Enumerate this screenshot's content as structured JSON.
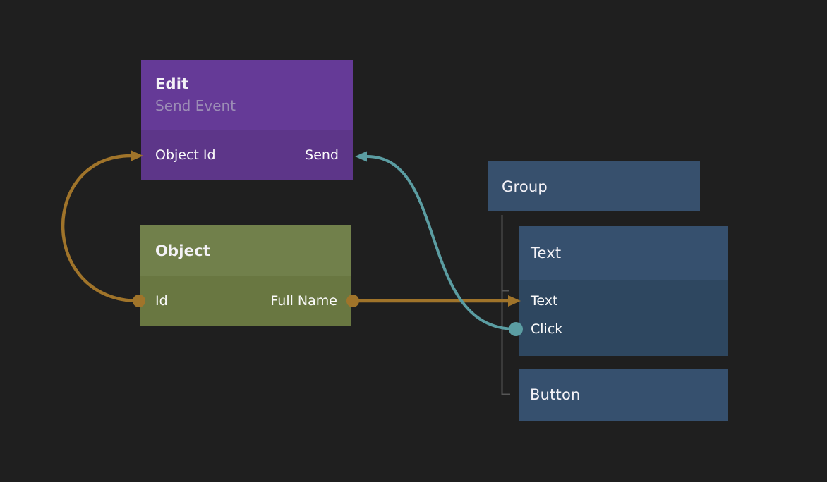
{
  "colors": {
    "background": "#1f1f1f",
    "edge_orange": "#a0742a",
    "edge_teal": "#5b9da2",
    "tree_line": "#565656",
    "edit_header": "#653a97",
    "edit_body": "#5d3689",
    "object_header": "#71804b",
    "object_body": "#697741",
    "group_bg": "#37506d",
    "text_header": "#36506e",
    "text_body": "#2e4760",
    "button_bg": "#36506e",
    "title_text": "#f4f2f7",
    "subtitle_text": "#9c8db6",
    "port_text": "#fafafa"
  },
  "nodes": {
    "edit": {
      "title": "Edit",
      "subtitle": "Send Event",
      "input_label": "Object Id",
      "output_label": "Send"
    },
    "object": {
      "title": "Object",
      "input_label": "Id",
      "output_label": "Full Name"
    },
    "group": {
      "title": "Group"
    },
    "text": {
      "title": "Text",
      "port_labels": [
        "Text",
        "Click"
      ]
    },
    "button": {
      "title": "Button"
    }
  },
  "edges": [
    {
      "from": "Object.Id",
      "to": "Edit.Object Id",
      "color": "#a0742a"
    },
    {
      "from": "Object.Full Name",
      "to": "Text.Text",
      "color": "#a0742a"
    },
    {
      "from": "Text.Click",
      "to": "Edit.Send",
      "color": "#5b9da2"
    }
  ]
}
